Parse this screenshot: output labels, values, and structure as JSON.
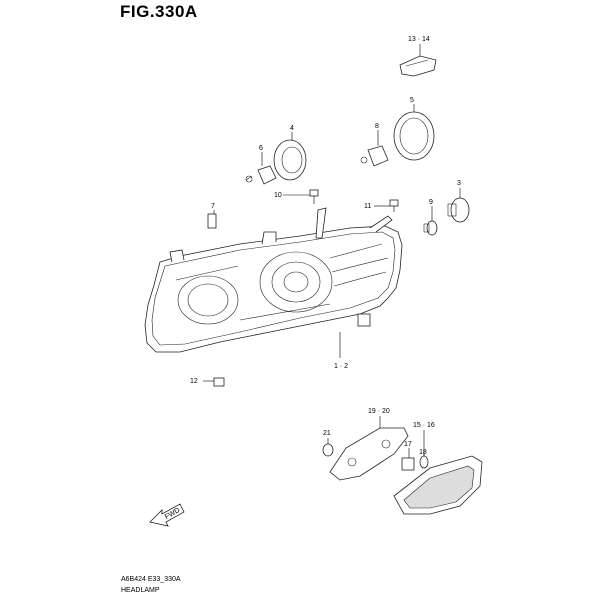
{
  "figure": {
    "title": "FIG.330A",
    "code": "A6B424 E33_330A",
    "name": "HEADLAMP"
  },
  "callouts": {
    "c1314": "13 · 14",
    "c5": "5",
    "c4": "4",
    "c8": "8",
    "c6": "6",
    "c3": "3",
    "c10": "10",
    "c11": "11",
    "c9": "9",
    "c7": "7",
    "c12": "12",
    "c12m": "1 · 2",
    "c1920": "19 · 20",
    "c1516": "15 · 16",
    "c21": "21",
    "c17": "17",
    "c18": "18"
  },
  "fwd": {
    "label": "FWD"
  }
}
